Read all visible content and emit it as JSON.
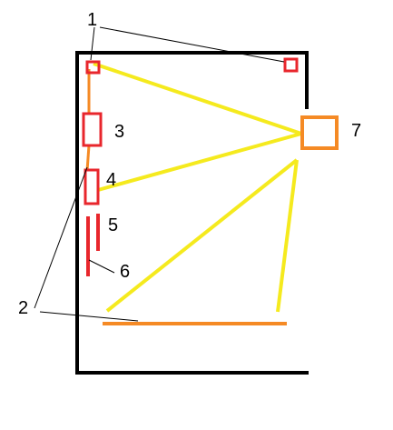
{
  "colors": {
    "frame": "#000000",
    "red": "#e8262c",
    "orange": "#f58a25",
    "yellow": "#f5ea1e",
    "leader": "#000000",
    "background": "#ffffff"
  },
  "labels": {
    "l1": "1",
    "l2": "2",
    "l3": "3",
    "l4": "4",
    "l5": "5",
    "l6": "6",
    "l7": "7"
  }
}
